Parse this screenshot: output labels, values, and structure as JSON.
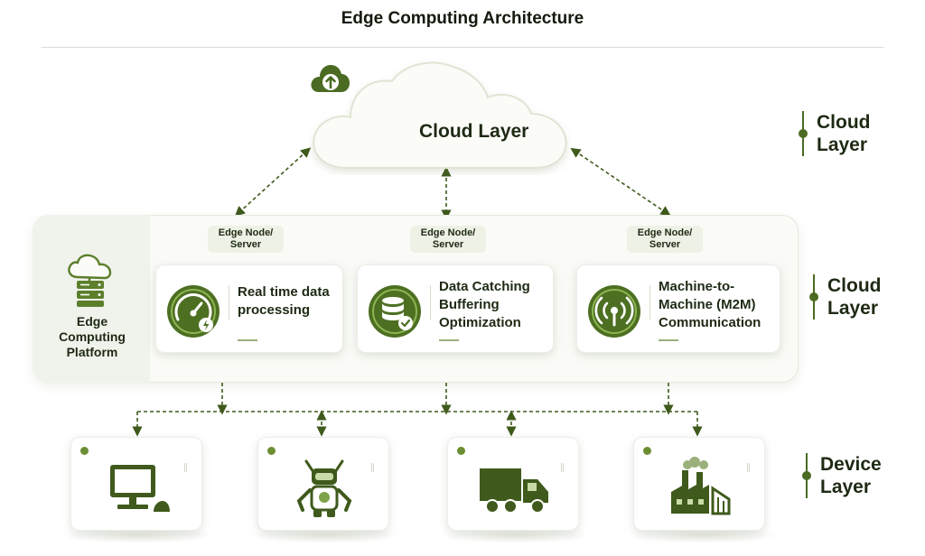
{
  "title": "Edge Computing Architecture",
  "cloud": {
    "label": "Cloud Layer",
    "icon": "cloud-upload-icon"
  },
  "layer_labels": [
    {
      "text": "Cloud\nLayer"
    },
    {
      "text": "Cloud\nLayer"
    },
    {
      "text": "Device\nLayer"
    }
  ],
  "edge": {
    "platform_label": "Edge\nComputing\nPlatform",
    "platform_icon": "cloud-server-icon",
    "nodes": [
      {
        "tag": "Edge Node/\nServer",
        "text": "Real time data\nprocessing",
        "icon": "speedometer-icon"
      },
      {
        "tag": "Edge Node/\nServer",
        "text": "Data Catching\nBuffering\nOptimization",
        "icon": "database-check-icon"
      },
      {
        "tag": "Edge Node/\nServer",
        "text": "Machine-to-\nMachine (M2M)\nCommunication",
        "icon": "wireless-signal-icon"
      }
    ]
  },
  "devices": [
    {
      "icon": "desktop-computer-icon"
    },
    {
      "icon": "robot-icon"
    },
    {
      "icon": "truck-icon"
    },
    {
      "icon": "factory-icon"
    }
  ],
  "colors": {
    "accent": "#4b6b22",
    "accent_light": "#7fa34a",
    "connector": "#3f5a1c",
    "text": "#1e2a14"
  }
}
